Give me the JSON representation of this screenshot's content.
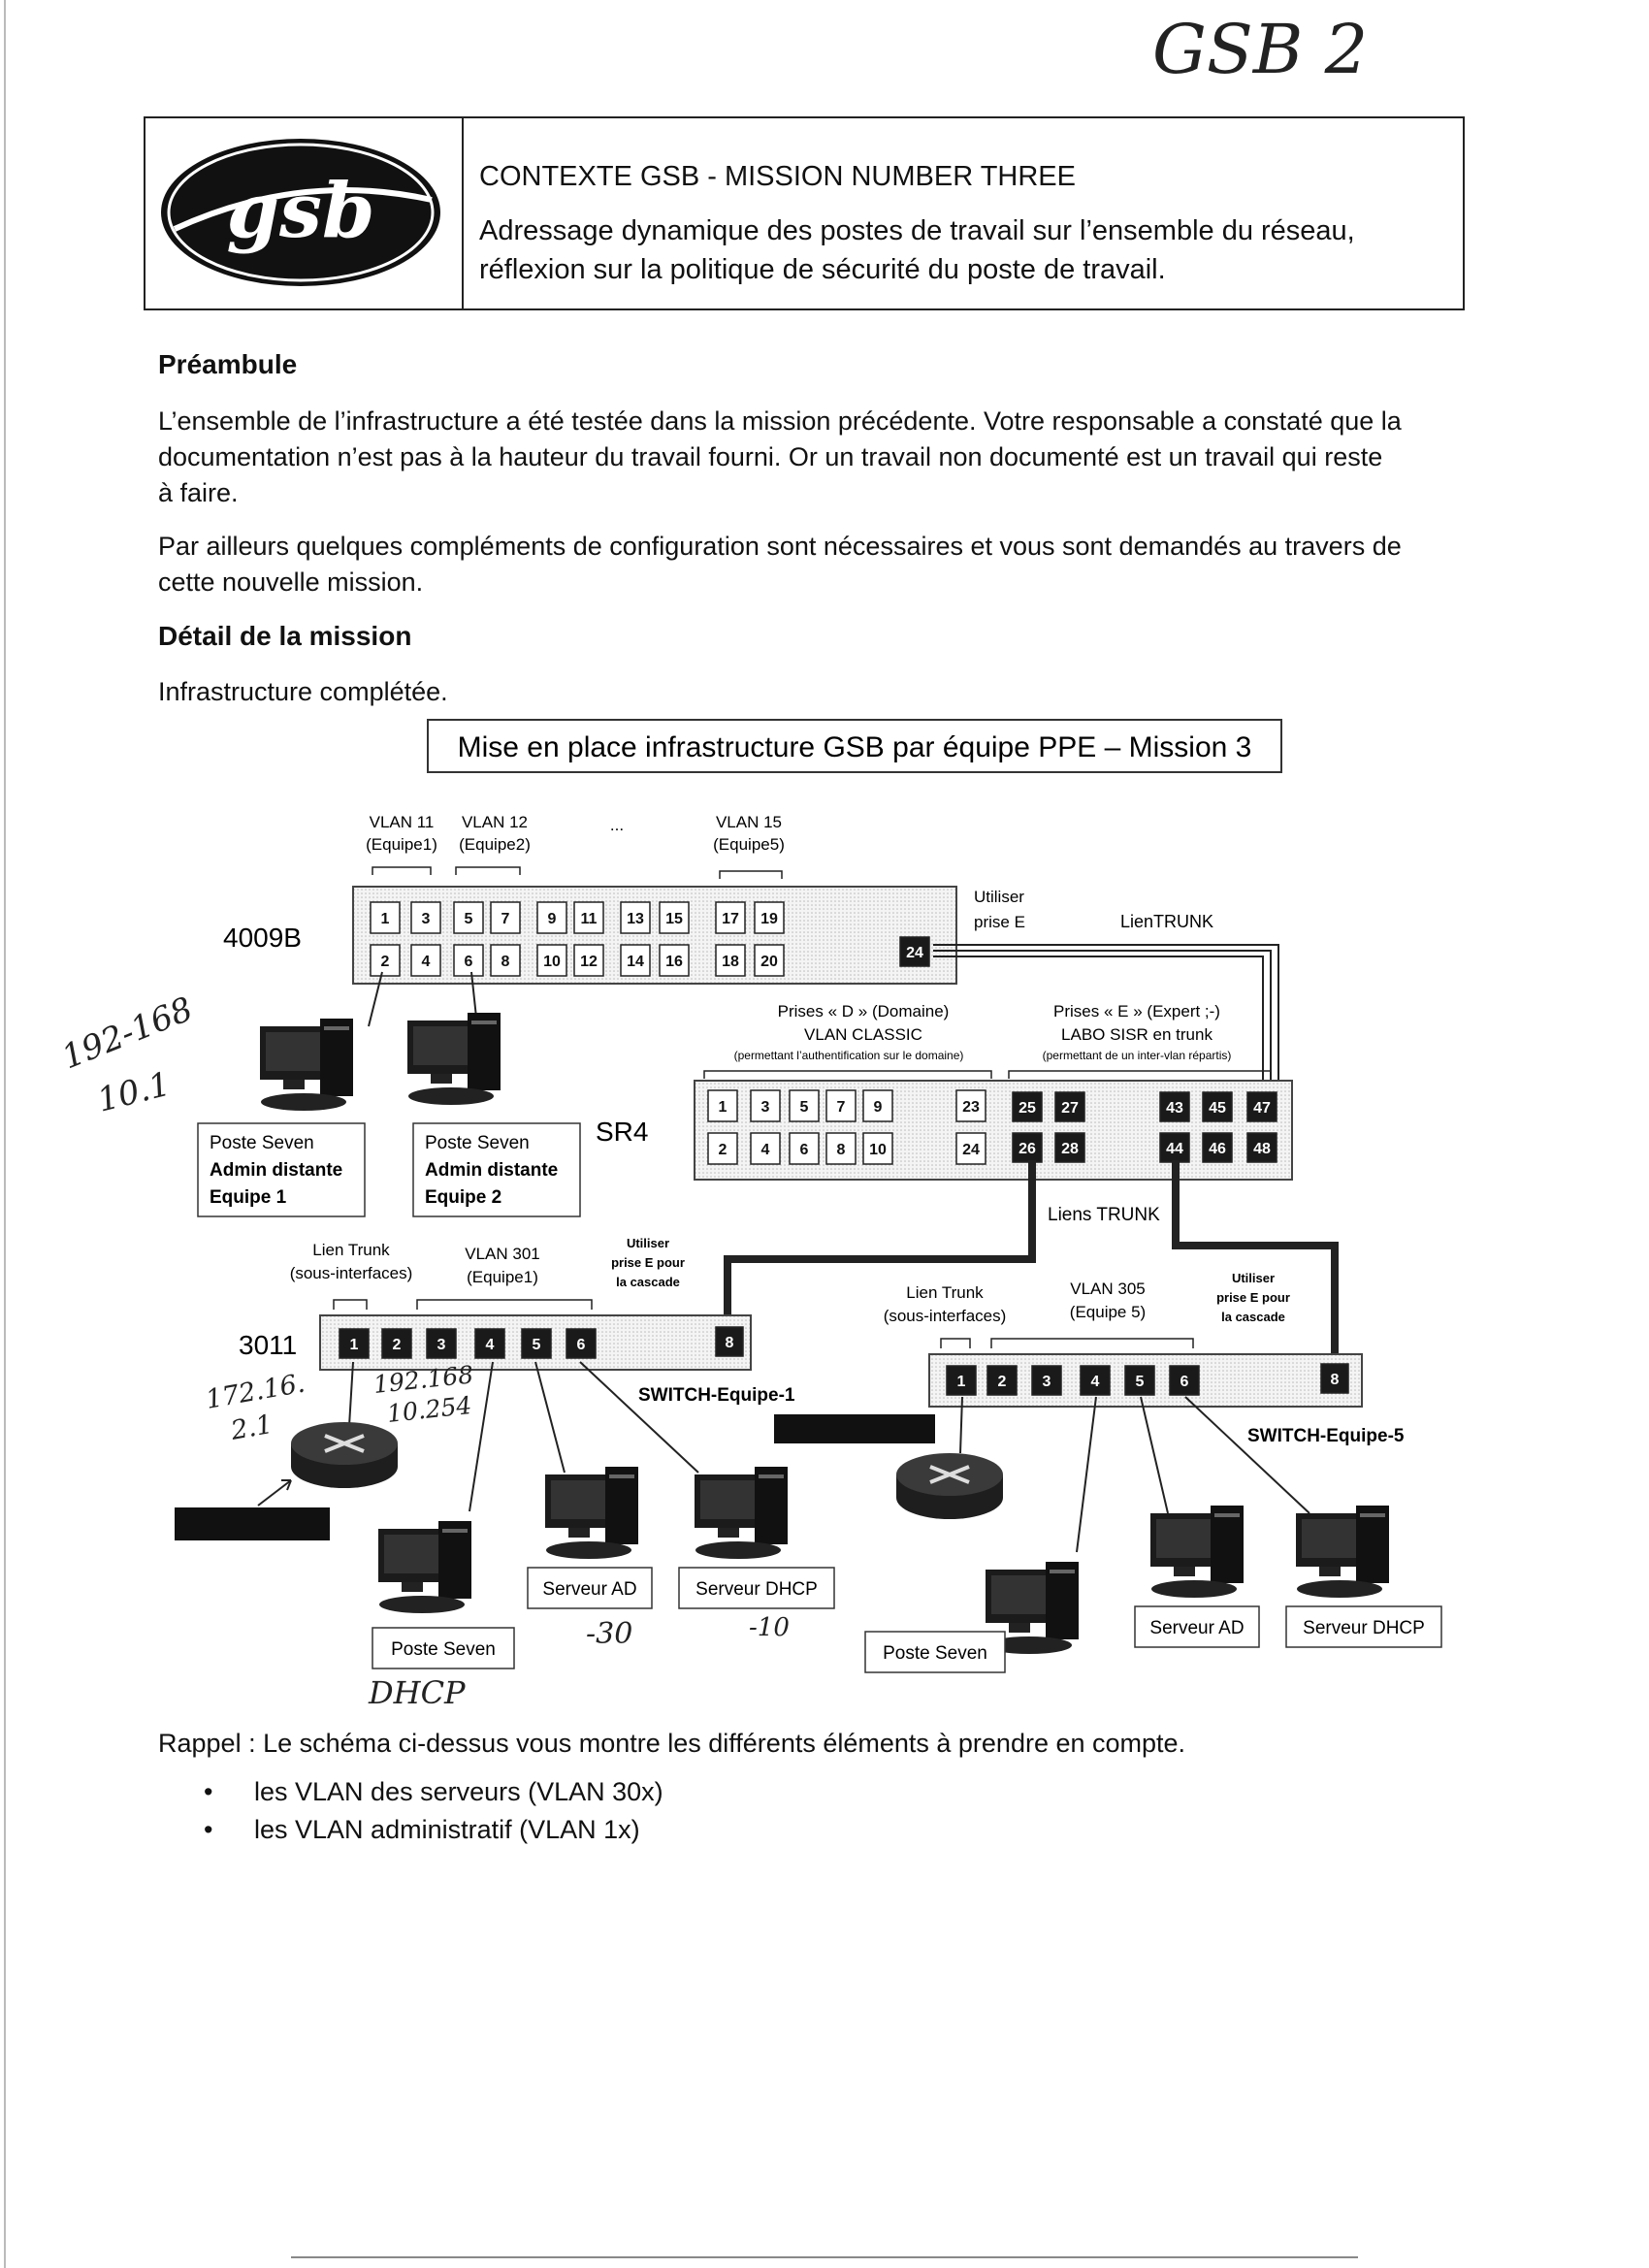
{
  "handwritten_corner": "GSB 2",
  "header": {
    "logo_text": "gsb",
    "title": "CONTEXTE GSB - MISSION NUMBER THREE",
    "subtitle_line1": "Adressage dynamique des postes de travail sur l’ensemble du réseau,",
    "subtitle_line2": "réflexion sur la politique de sécurité du poste de travail."
  },
  "preambule": {
    "heading": "Préambule",
    "para1_line1": "L’ensemble de l’infrastructure a été testée dans la mission précédente. Votre responsable a constaté que la",
    "para1_line2": "documentation n’est pas à la hauteur du travail fourni. Or un travail non documenté est un travail qui reste",
    "para1_line3": "à faire.",
    "para2_line1": "Par ailleurs quelques compléments de configuration sont nécessaires et vous sont demandés au travers de",
    "para2_line2": "cette nouvelle mission."
  },
  "detail": {
    "heading": "Détail de la mission",
    "intro": "Infrastructure complétée."
  },
  "diagram": {
    "title": "Mise en place infrastructure GSB par équipe PPE – Mission 3",
    "vlan11": "VLAN 11",
    "equipe1": "(Equipe1)",
    "vlan12": "VLAN 12",
    "equipe2": "(Equipe2)",
    "ellipsis": "...",
    "vlan15": "VLAN 15",
    "equipe5": "(Equipe5)",
    "switch_4009b": "4009B",
    "utiliser": "Utiliser",
    "prise_e": "prise E",
    "lien_trunk": "LienTRUNK",
    "ports_4009b_top": [
      "1",
      "3",
      "5",
      "7",
      "9",
      "11",
      "13",
      "15",
      "17",
      "19"
    ],
    "ports_4009b_bottom": [
      "2",
      "4",
      "6",
      "8",
      "10",
      "12",
      "14",
      "16",
      "18",
      "20"
    ],
    "port_24": "24",
    "prises_d": "Prises « D » (Domaine)",
    "vlan_classic": "VLAN CLASSIC",
    "prises_d_note": "(permettant l’authentification sur le domaine)",
    "prises_e": "Prises « E » (Expert ;-)",
    "labo_sisr": "LABO SISR en trunk",
    "prises_e_note": "(permettant de un inter-vlan répartis)",
    "sr4": "SR4",
    "sr4_top_d": [
      "1",
      "3",
      "5",
      "7",
      "9",
      "23"
    ],
    "sr4_bottom_d": [
      "2",
      "4",
      "6",
      "8",
      "10",
      "24"
    ],
    "sr4_top_e": [
      "25",
      "27",
      "43",
      "45",
      "47"
    ],
    "sr4_bottom_e": [
      "26",
      "28",
      "44",
      "46",
      "48"
    ],
    "liens_trunk": "Liens TRUNK",
    "poste1_line1": "Poste Seven",
    "poste1_line2": "Admin distante",
    "poste1_line3": "Equipe 1",
    "poste2_line1": "Poste Seven",
    "poste2_line2": "Admin distante",
    "poste2_line3": "Equipe 2",
    "sw1_lien_trunk": "Lien Trunk",
    "sw1_sous_interfaces": "(sous-interfaces)",
    "sw1_vlan": "VLAN 301",
    "sw1_equipe": "(Equipe1)",
    "sw1_utiliser": "Utiliser",
    "sw1_prise_e_pour": "prise E pour",
    "sw1_cascade": "la cascade",
    "sw1_number": "3011",
    "sw1_ports": [
      "1",
      "2",
      "3",
      "4",
      "5",
      "6"
    ],
    "sw1_port8": "8",
    "sw1_name": "SWITCH-Equipe-1",
    "sw5_lien_trunk": "Lien Trunk",
    "sw5_sous_interfaces": "(sous-interfaces)",
    "sw5_vlan": "VLAN 305",
    "sw5_equipe": "(Equipe 5)",
    "sw5_utiliser": "Utiliser",
    "sw5_prise_e_pour": "prise E pour",
    "sw5_cascade": "la cascade",
    "sw5_ports": [
      "1",
      "2",
      "3",
      "4",
      "5",
      "6"
    ],
    "sw5_port8": "8",
    "sw5_name": "SWITCH-Equipe-5",
    "serveur_ad": "Serveur AD",
    "serveur_dhcp": "Serveur DHCP",
    "poste_seven": "Poste Seven",
    "serveur_ad_5": "Serveur AD",
    "serveur_dhcp_5": "Serveur DHCP",
    "poste_seven_5": "Poste Seven"
  },
  "handwriting": {
    "ip_left": "192-168",
    "ip_left2": "10.1",
    "ip_router": "172.16.",
    "ip_router2": "2.1",
    "ip_sw": "192.168",
    "ip_sw2": "10.254",
    "ad_suffix": "-30",
    "dhcp_suffix": "-10",
    "dhcp_note": "DHCP"
  },
  "rappel": {
    "intro": "Rappel : Le schéma ci-dessus vous montre les différents éléments à prendre en compte.",
    "items": [
      "les VLAN des serveurs (VLAN 30x)",
      "les VLAN administratif (VLAN 1x)"
    ]
  },
  "colors": {
    "text": "#111111",
    "border": "#222222",
    "port_dark": "#1a1a1a",
    "switch_fill": "#ececec"
  }
}
